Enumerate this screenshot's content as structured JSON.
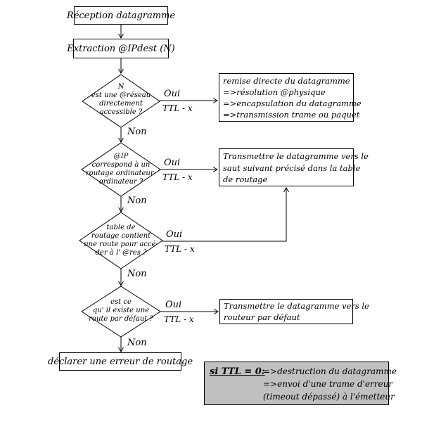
{
  "colors": {
    "background": "#ffffff",
    "line": "#000000",
    "text": "#000000",
    "note_fill": "#c0c0c0"
  },
  "chart_data": {
    "type": "flowchart",
    "title": "Algorithme de routage d'un datagramme IP"
  },
  "flow": {
    "start": "Réception datagramme",
    "extract": "Extraction @IPdest (N)",
    "d1": {
      "l1": "N",
      "l2": "est une @réseau",
      "l3": "directement",
      "l4": "accessible ?",
      "yes": "Oui",
      "ttl": "TTL - x",
      "no": "Non"
    },
    "d2": {
      "l1": "@IP",
      "l2": "correspond à un",
      "l3": "routage ordinateur-",
      "l4": "ordinateur ?",
      "yes": "Oui",
      "ttl": "TTL - x",
      "no": "Non"
    },
    "d3": {
      "l1": "table de",
      "l2": "routage contient",
      "l3": "une route pour accé-",
      "l4": "der à l' @res ?",
      "yes": "Oui",
      "ttl": "TTL - x",
      "no": "Non"
    },
    "d4": {
      "l1": "est ce",
      "l2": "qu' il existe une",
      "l3": "route par défaut ?",
      "yes": "Oui",
      "ttl": "TTL - x",
      "no": "Non"
    },
    "a1": {
      "l1": "remise directe du datagramme",
      "l2": "=>résolution @physique",
      "l3": "=>encapsulation du datagramme",
      "l4": "=>transmission trame ou paquet"
    },
    "a2": {
      "l1": "Transmettre le datagramme vers le",
      "l2": "saut suivant précisé dans la table",
      "l3": "de routage"
    },
    "a3": {
      "l1": "Transmettre le datagramme vers le",
      "l2": "routeur par défaut"
    },
    "error": "déclarer une erreur de routage",
    "note": {
      "title": "si TTL = 0:",
      "l1": "=>destruction du datagramme",
      "l2": "=>envoi d'une trame d'erreur",
      "l3": "(timeout dépassé) à l'émetteur"
    }
  }
}
